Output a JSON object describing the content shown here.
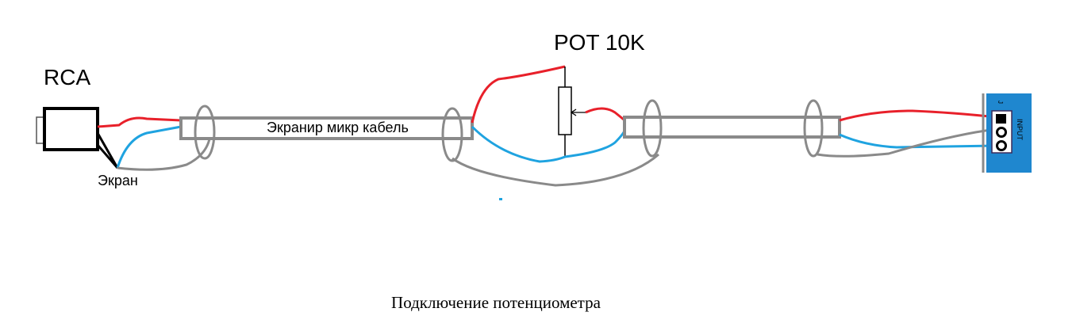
{
  "labels": {
    "rca": "RCA",
    "pot": "POT 10K",
    "cable": "Экранир микр кабель",
    "shield": "Экран",
    "board_input": "INPUT",
    "board_j": "J"
  },
  "caption": "Подключение потенциометра",
  "colors": {
    "red": "#e8202a",
    "blue": "#1fa3e0",
    "gray": "#8a8a8a",
    "board": "#1f87cf"
  }
}
